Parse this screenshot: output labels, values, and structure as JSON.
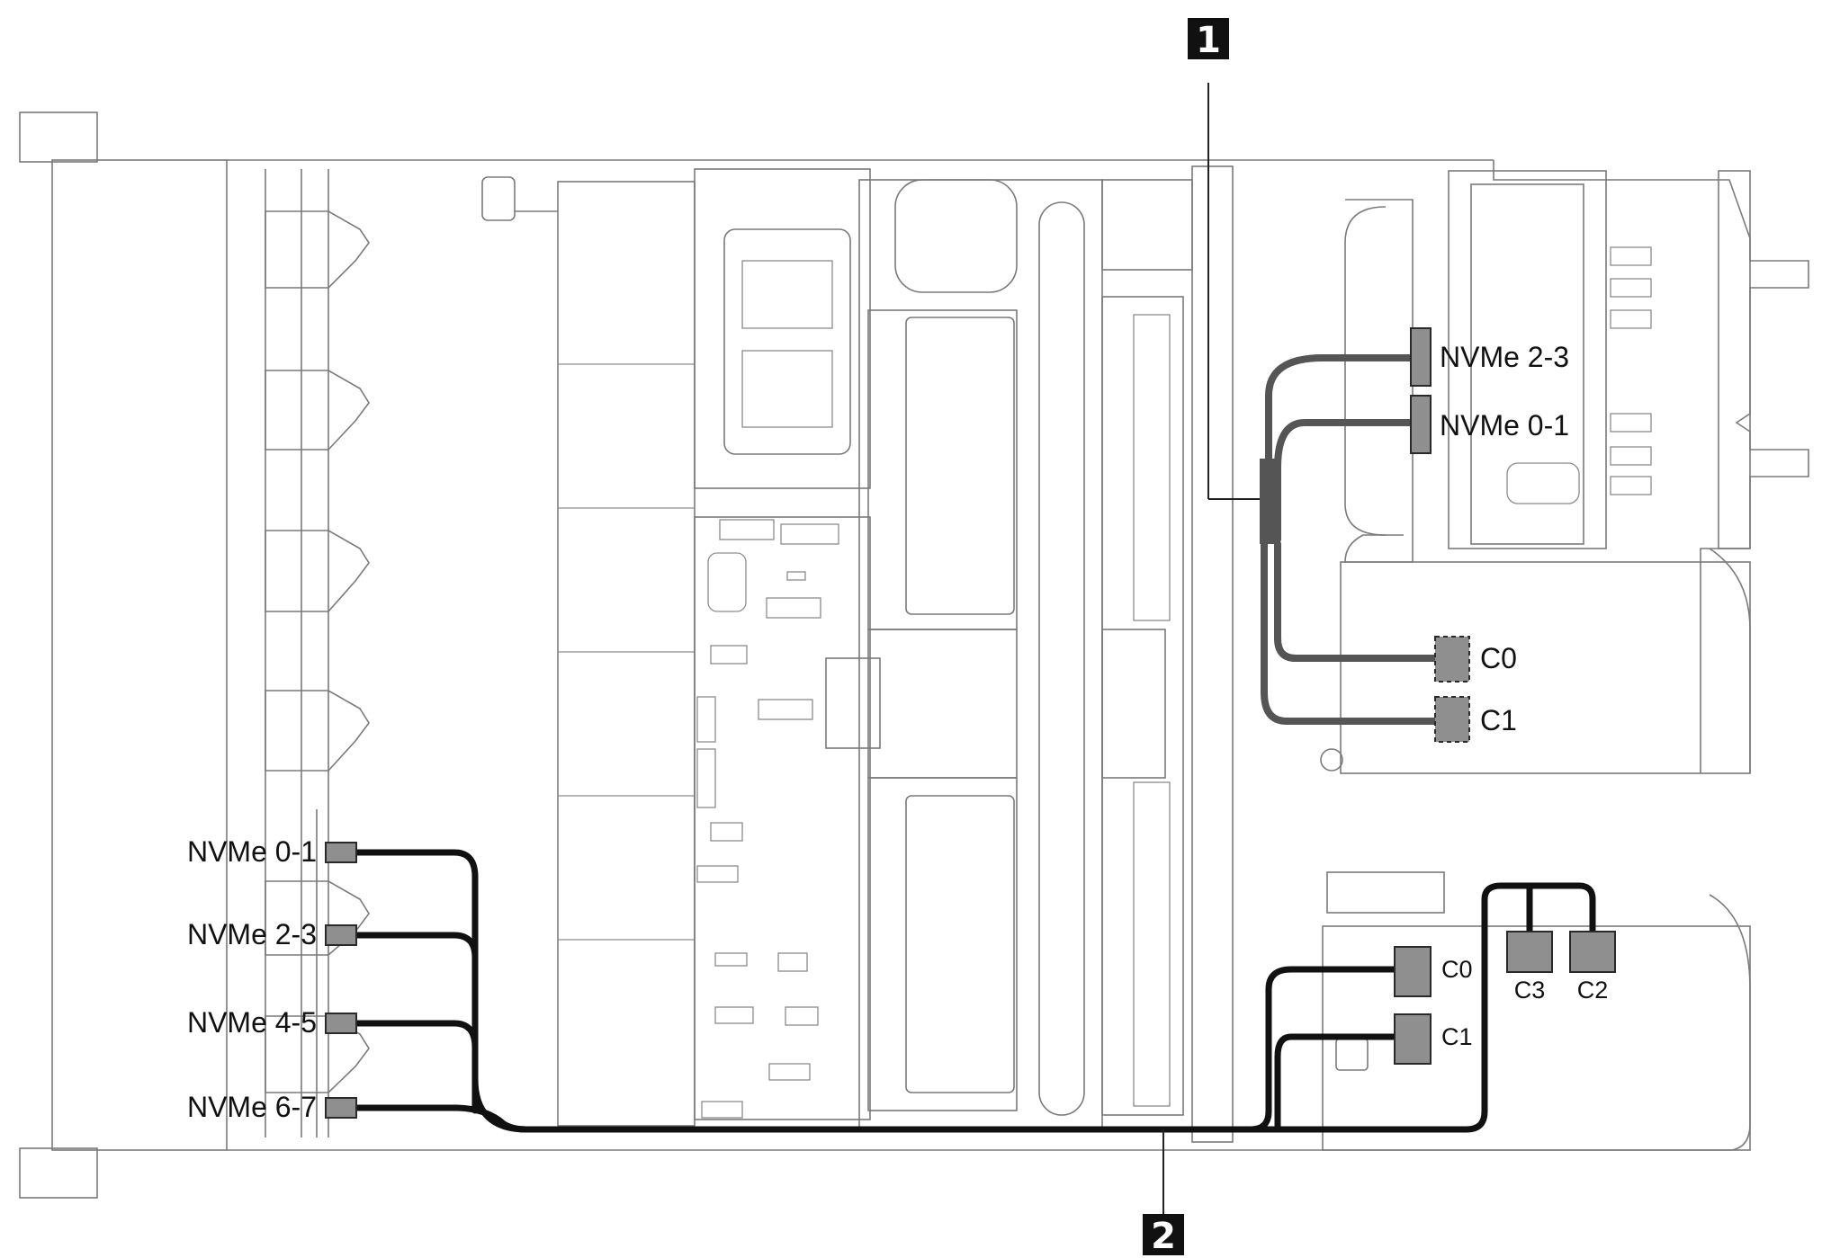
{
  "callouts": [
    {
      "number": "1"
    },
    {
      "number": "2"
    }
  ],
  "backplane_labels": [
    "NVMe 0-1",
    "NVMe 2-3",
    "NVMe 4-5",
    "NVMe 6-7"
  ],
  "rear_backplane_labels": [
    "NVMe 2-3",
    "NVMe 0-1"
  ],
  "riser_connectors_top": [
    "C0",
    "C1"
  ],
  "adapter_connectors": [
    "C0",
    "C1"
  ],
  "adapter_connectors_bottom": [
    "C3",
    "C2"
  ],
  "colors": {
    "cable_1": "#555555",
    "cable_2": "#111111",
    "outline": "#7a7a7a"
  }
}
